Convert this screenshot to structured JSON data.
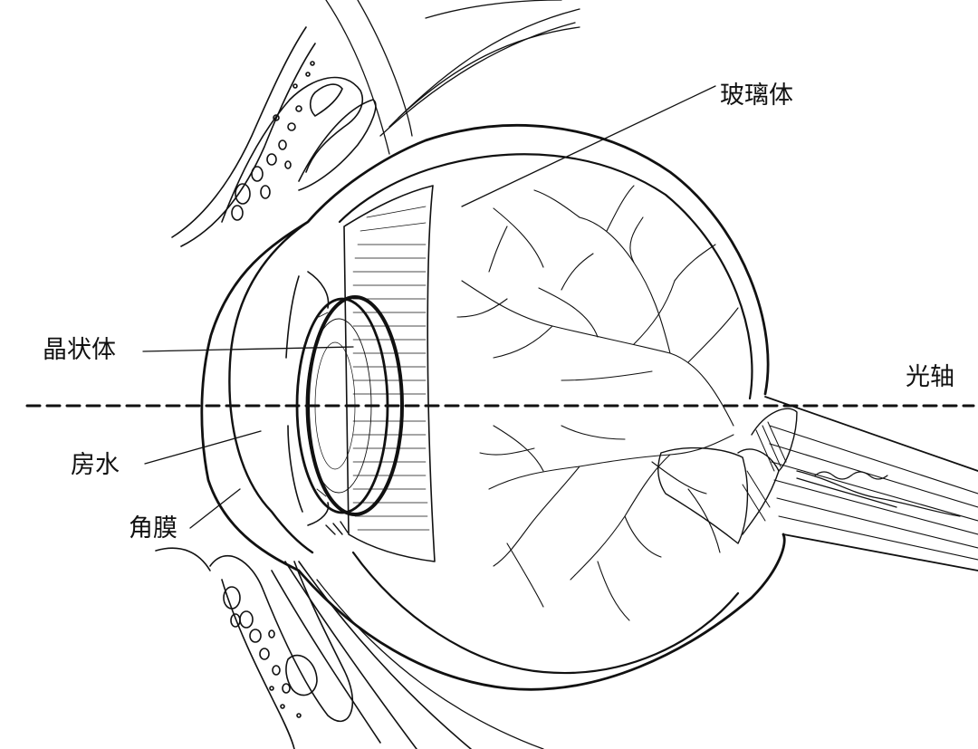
{
  "labels": {
    "vitreous": "玻璃体",
    "lens": "晶状体",
    "optical_axis": "光轴",
    "aqueous_humor": "房水",
    "cornea": "角膜"
  },
  "colors": {
    "line": "#111111",
    "background": "#ffffff"
  }
}
